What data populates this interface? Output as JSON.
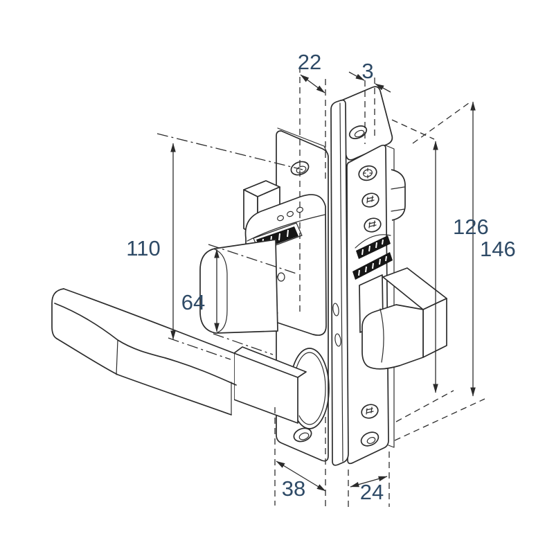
{
  "drawing": {
    "type": "technical-dimension-drawing",
    "subject": "mortise-lockset-with-lever-handle",
    "colors": {
      "background": "#ffffff",
      "line": "#2b2b2b",
      "dimension_text": "#2e4a66",
      "label_fill": "#161616"
    },
    "dimensions": {
      "escutcheon_top_width": "22",
      "faceplate_thickness": "3",
      "handle_height": "110",
      "cylinder_height": "64",
      "case_height": "126",
      "overall_height": "146",
      "escutcheon_width": "38",
      "case_width": "24"
    }
  }
}
